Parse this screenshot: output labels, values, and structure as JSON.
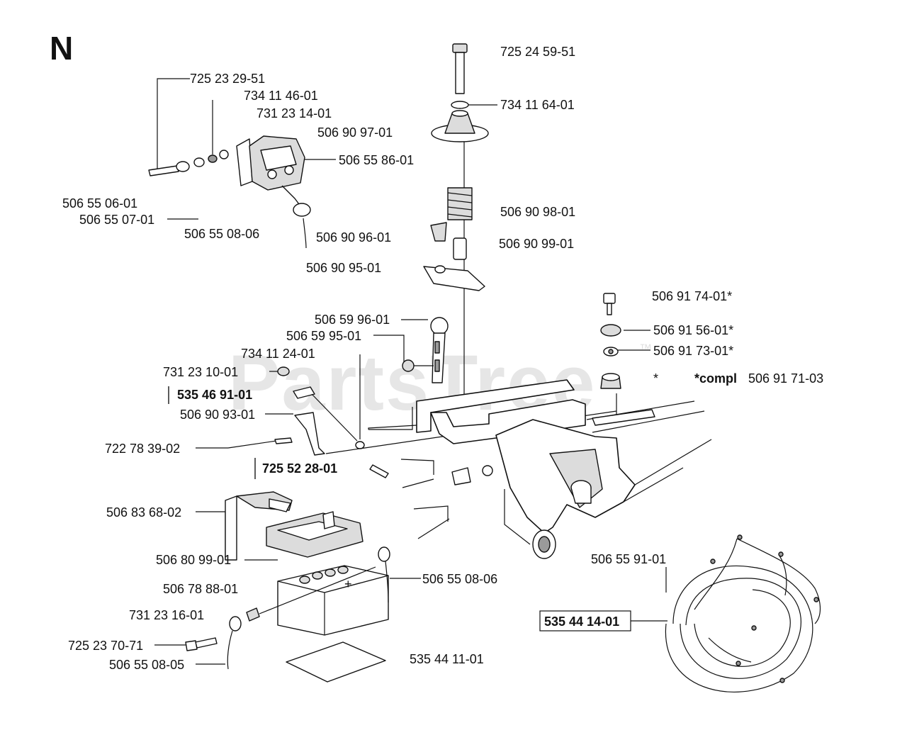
{
  "diagram": {
    "section_letter": "N",
    "watermark": "PartsTree",
    "watermark_mark": "™",
    "labels": [
      {
        "id": "l01",
        "text": "725 23 29-51",
        "bold": false
      },
      {
        "id": "l02",
        "text": "734 11 46-01",
        "bold": false
      },
      {
        "id": "l03",
        "text": "731 23 14-01",
        "bold": false
      },
      {
        "id": "l04",
        "text": "506 90 97-01",
        "bold": false
      },
      {
        "id": "l05",
        "text": "506 55 86-01",
        "bold": false
      },
      {
        "id": "l06",
        "text": "506 55 06-01",
        "bold": false
      },
      {
        "id": "l07",
        "text": "506 55 07-01",
        "bold": false
      },
      {
        "id": "l08",
        "text": "506 55 08-06",
        "bold": false
      },
      {
        "id": "l09",
        "text": "506 90 96-01",
        "bold": false
      },
      {
        "id": "l10",
        "text": "506 90 95-01",
        "bold": false
      },
      {
        "id": "l11",
        "text": "725 24 59-51",
        "bold": false
      },
      {
        "id": "l12",
        "text": "734 11 64-01",
        "bold": false
      },
      {
        "id": "l13",
        "text": "506 90 98-01",
        "bold": false
      },
      {
        "id": "l14",
        "text": "506 90 99-01",
        "bold": false
      },
      {
        "id": "l15",
        "text": "506 59 96-01",
        "bold": false
      },
      {
        "id": "l16",
        "text": "506 59 95-01",
        "bold": false
      },
      {
        "id": "l17",
        "text": "734 11 24-01",
        "bold": false
      },
      {
        "id": "l18",
        "text": "731 23 10-01",
        "bold": false
      },
      {
        "id": "l19",
        "text": "535 46 91-01",
        "bold": true
      },
      {
        "id": "l20",
        "text": "506 90 93-01",
        "bold": false
      },
      {
        "id": "l21",
        "text": "722 78 39-02",
        "bold": false
      },
      {
        "id": "l22",
        "text": "725 52 28-01",
        "bold": true
      },
      {
        "id": "l23",
        "text": "506 91 74-01*",
        "bold": false
      },
      {
        "id": "l24",
        "text": "506 91 56-01*",
        "bold": false
      },
      {
        "id": "l25",
        "text": "506 91 73-01*",
        "bold": false
      },
      {
        "id": "l26",
        "text": "*",
        "bold": false
      },
      {
        "id": "l27a",
        "text": "*compl",
        "bold": true
      },
      {
        "id": "l27b",
        "text": "506 91 71-03",
        "bold": false
      },
      {
        "id": "l28",
        "text": "506 83 68-02",
        "bold": false
      },
      {
        "id": "l29",
        "text": "506 80 99-01",
        "bold": false
      },
      {
        "id": "l30",
        "text": "506 78 88-01",
        "bold": false
      },
      {
        "id": "l31",
        "text": "506 55 08-06",
        "bold": false
      },
      {
        "id": "l32",
        "text": "731 23 16-01",
        "bold": false
      },
      {
        "id": "l33",
        "text": "725 23 70-71",
        "bold": false
      },
      {
        "id": "l34",
        "text": "506 55 08-05",
        "bold": false
      },
      {
        "id": "l35",
        "text": "535 44 11-01",
        "bold": false
      },
      {
        "id": "l36",
        "text": "506 55 91-01",
        "bold": false
      },
      {
        "id": "l37",
        "text": "535 44 14-01",
        "bold": true
      }
    ]
  }
}
